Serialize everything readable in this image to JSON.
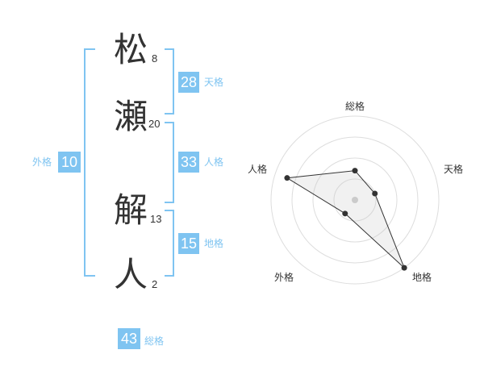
{
  "name": {
    "chars": [
      {
        "char": "松",
        "strokes": "8"
      },
      {
        "char": "瀬",
        "strokes": "20"
      },
      {
        "char": "解",
        "strokes": "13"
      },
      {
        "char": "人",
        "strokes": "2"
      }
    ]
  },
  "kaku": {
    "tenkaku": {
      "value": "28",
      "label": "天格"
    },
    "jinkaku": {
      "value": "33",
      "label": "人格"
    },
    "chikaku": {
      "value": "15",
      "label": "地格"
    },
    "gaikaku": {
      "value": "10",
      "label": "外格"
    },
    "soukaku": {
      "value": "43",
      "label": "総格"
    }
  },
  "colors": {
    "accent": "#7fc4f1",
    "text": "#333333",
    "grid": "#dddddd"
  },
  "chart_data": {
    "type": "radar",
    "axes": [
      "総格",
      "天格",
      "地格",
      "外格",
      "人格"
    ],
    "values": [
      0.35,
      0.25,
      1.0,
      0.2,
      0.85
    ],
    "range": [
      0,
      1
    ],
    "rings": 4
  }
}
